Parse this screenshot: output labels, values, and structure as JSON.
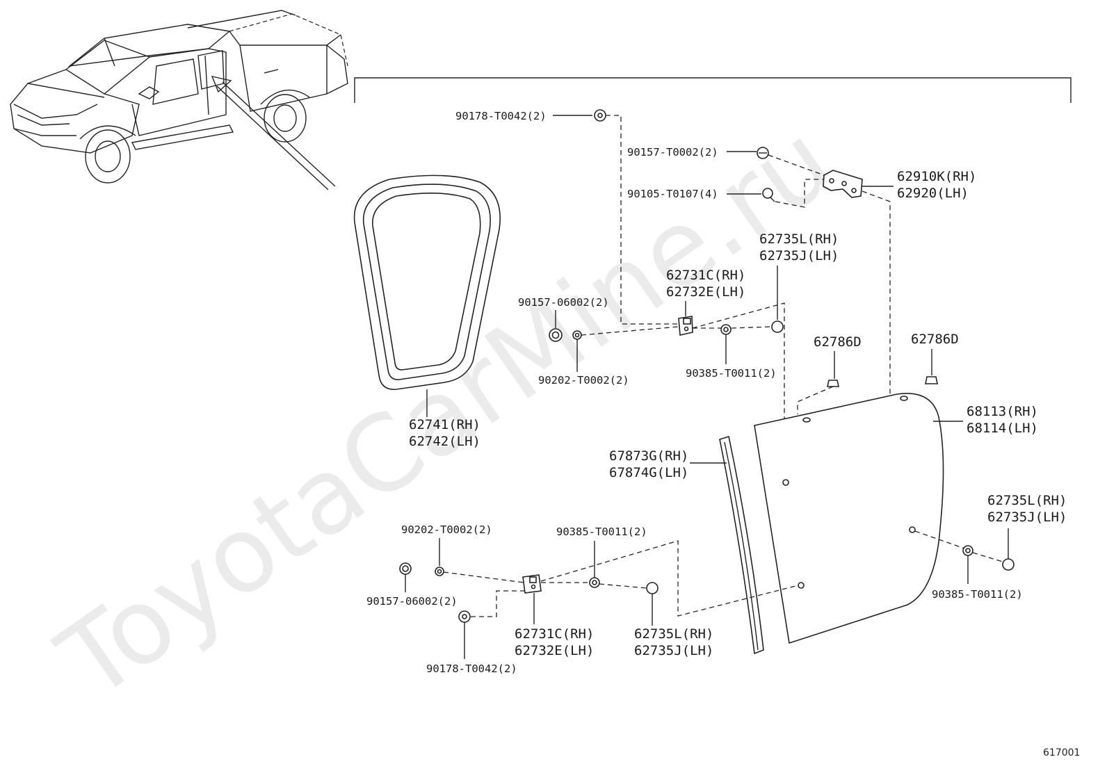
{
  "watermark": "ToyotaCarMine.ru",
  "figure_id": "617001",
  "labels": {
    "bolt_top": "90178-T0042(2)",
    "nut_top": "90157-T0002(2)",
    "screw_top": "90105-T0107(4)",
    "hinge_rh": "62910K(RH)",
    "hinge_lh": "62920(LH)",
    "cushion_upper_rh": "62735L(RH)",
    "cushion_upper_lh": "62735J(LH)",
    "bracket_upper_rh": "62731C(RH)",
    "bracket_upper_lh": "62732E(LH)",
    "nut_upper_left": "90157-06002(2)",
    "washer_upper": "90202-T0002(2)",
    "spacer_upper": "90385-T0011(2)",
    "clip_a": "62786D",
    "clip_b": "62786D",
    "glass_rh": "68113(RH)",
    "glass_lh": "68114(LH)",
    "weatherstrip_rh": "62741(RH)",
    "weatherstrip_lh": "62742(LH)",
    "channel_rh": "67873G(RH)",
    "channel_lh": "67874G(LH)",
    "cushion_right_rh": "62735L(RH)",
    "cushion_right_lh": "62735J(LH)",
    "spacer_right": "90385-T0011(2)",
    "washer_lower": "90202-T0002(2)",
    "spacer_lower": "90385-T0011(2)",
    "nut_lower": "90157-06002(2)",
    "bolt_lower": "90178-T0042(2)",
    "bracket_lower_rh": "62731C(RH)",
    "bracket_lower_lh": "62732E(LH)",
    "cushion_lower_rh": "62735L(RH)",
    "cushion_lower_lh": "62735J(LH)"
  }
}
